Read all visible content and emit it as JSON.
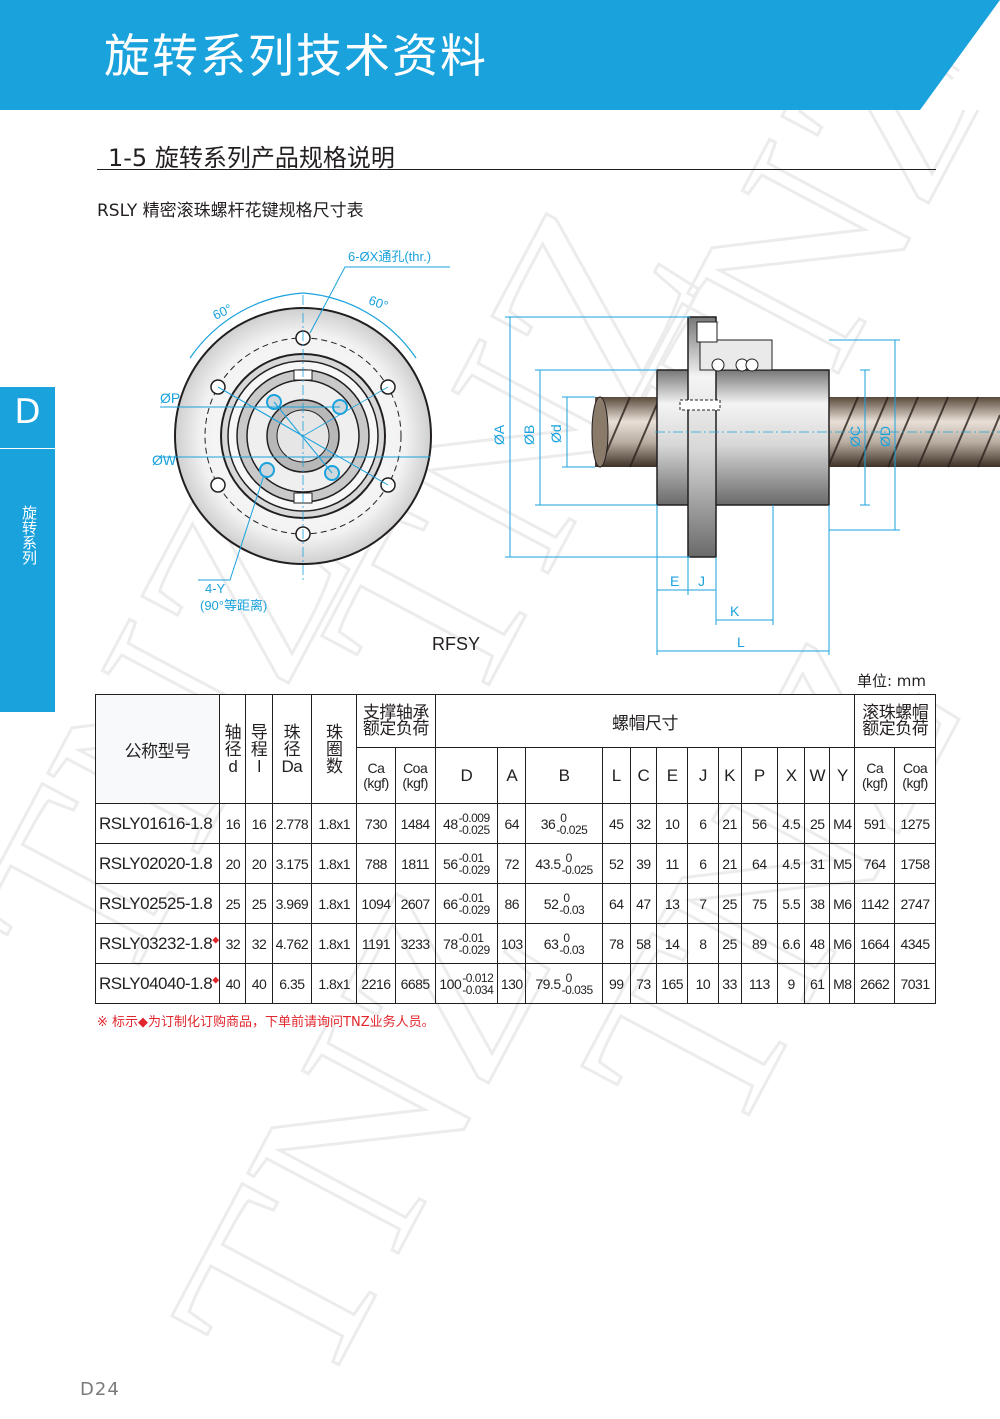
{
  "header": {
    "title": "旋转系列技术资料"
  },
  "section": {
    "title": "1-5 旋转系列产品规格说明",
    "subtitle": "RSLY 精密滚珠螺杆花键规格尺寸表"
  },
  "side": {
    "letter": "D",
    "text": "旋转系列"
  },
  "drawing": {
    "holes_label": "6-ØX通孔(thr.)",
    "angle1": "60°",
    "angle2": "60°",
    "p_label": "ØP",
    "w_label": "ØW",
    "y_label": "4-Y",
    "y_note": "(90°等距离)",
    "model_label": "RFSY",
    "dim_A": "ØA",
    "dim_B": "ØB",
    "dim_d": "Ød",
    "dim_C": "ØC",
    "dim_D": "ØD",
    "dim_E": "E",
    "dim_J": "J",
    "dim_K": "K",
    "dim_L": "L"
  },
  "unit": "单位: mm",
  "table": {
    "headers": {
      "model": "公称型号",
      "shaft": [
        "轴",
        "径",
        "d"
      ],
      "lead": [
        "导",
        "程",
        "l"
      ],
      "ball": [
        "珠",
        "径",
        "Da"
      ],
      "turns": [
        "珠",
        "圈",
        "数"
      ],
      "support": [
        "支撑轴承",
        "额定负荷"
      ],
      "nut": "螺帽尺寸",
      "ballnut": [
        "滚珠螺帽",
        "额定负荷"
      ],
      "ca": [
        "Ca",
        "(kgf)"
      ],
      "coa": [
        "Coa",
        "(kgf)"
      ],
      "cols": [
        "D",
        "A",
        "B",
        "L",
        "C",
        "E",
        "J",
        "K",
        "P",
        "X",
        "W",
        "Y"
      ]
    },
    "rows": [
      {
        "model": "RSLY01616-1.8",
        "custom": "",
        "d": "16",
        "l": "16",
        "da": "2.778",
        "turns": "1.8x1",
        "ca": "730",
        "coa": "1484",
        "D": "48",
        "D_up": "-0.009",
        "D_lo": "-0.025",
        "A": "64",
        "B": "36",
        "B_up": "0",
        "B_lo": "-0.025",
        "L": "45",
        "C": "32",
        "E": "10",
        "J": "6",
        "K": "21",
        "P": "56",
        "X": "4.5",
        "W": "25",
        "Y": "M4",
        "ca2": "591",
        "coa2": "1275"
      },
      {
        "model": "RSLY02020-1.8",
        "custom": "",
        "d": "20",
        "l": "20",
        "da": "3.175",
        "turns": "1.8x1",
        "ca": "788",
        "coa": "1811",
        "D": "56",
        "D_up": "-0.01",
        "D_lo": "-0.029",
        "A": "72",
        "B": "43.5",
        "B_up": "0",
        "B_lo": "-0.025",
        "L": "52",
        "C": "39",
        "E": "11",
        "J": "6",
        "K": "21",
        "P": "64",
        "X": "4.5",
        "W": "31",
        "Y": "M5",
        "ca2": "764",
        "coa2": "1758"
      },
      {
        "model": "RSLY02525-1.8",
        "custom": "",
        "d": "25",
        "l": "25",
        "da": "3.969",
        "turns": "1.8x1",
        "ca": "1094",
        "coa": "2607",
        "D": "66",
        "D_up": "-0.01",
        "D_lo": "-0.029",
        "A": "86",
        "B": "52",
        "B_up": "0",
        "B_lo": "-0.03",
        "L": "64",
        "C": "47",
        "E": "13",
        "J": "7",
        "K": "25",
        "P": "75",
        "X": "5.5",
        "W": "38",
        "Y": "M6",
        "ca2": "1142",
        "coa2": "2747"
      },
      {
        "model": "RSLY03232-1.8",
        "custom": "◆",
        "d": "32",
        "l": "32",
        "da": "4.762",
        "turns": "1.8x1",
        "ca": "1191",
        "coa": "3233",
        "D": "78",
        "D_up": "-0.01",
        "D_lo": "-0.029",
        "A": "103",
        "B": "63",
        "B_up": "0",
        "B_lo": "-0.03",
        "L": "78",
        "C": "58",
        "E": "14",
        "J": "8",
        "K": "25",
        "P": "89",
        "X": "6.6",
        "W": "48",
        "Y": "M6",
        "ca2": "1664",
        "coa2": "4345"
      },
      {
        "model": "RSLY04040-1.8",
        "custom": "◆",
        "d": "40",
        "l": "40",
        "da": "6.35",
        "turns": "1.8x1",
        "ca": "2216",
        "coa": "6685",
        "D": "100",
        "D_up": "-0.012",
        "D_lo": "-0.034",
        "A": "130",
        "B": "79.5",
        "B_up": "0",
        "B_lo": "-0.035",
        "L": "99",
        "C": "73",
        "E": "165",
        "J": "10",
        "K": "33",
        "P": "113",
        "X": "9",
        "W": "61",
        "Y": "M8",
        "ca2": "2662",
        "coa2": "7031"
      }
    ]
  },
  "footnote": "※ 标示◆为订制化订购商品，下单前请询问TNZ业务人员。",
  "page_number": "D24",
  "watermark": "TNZ",
  "colors": {
    "brand": "#1aa2dd",
    "accent": "#e2262d",
    "dimension": "#1aa2dd"
  }
}
